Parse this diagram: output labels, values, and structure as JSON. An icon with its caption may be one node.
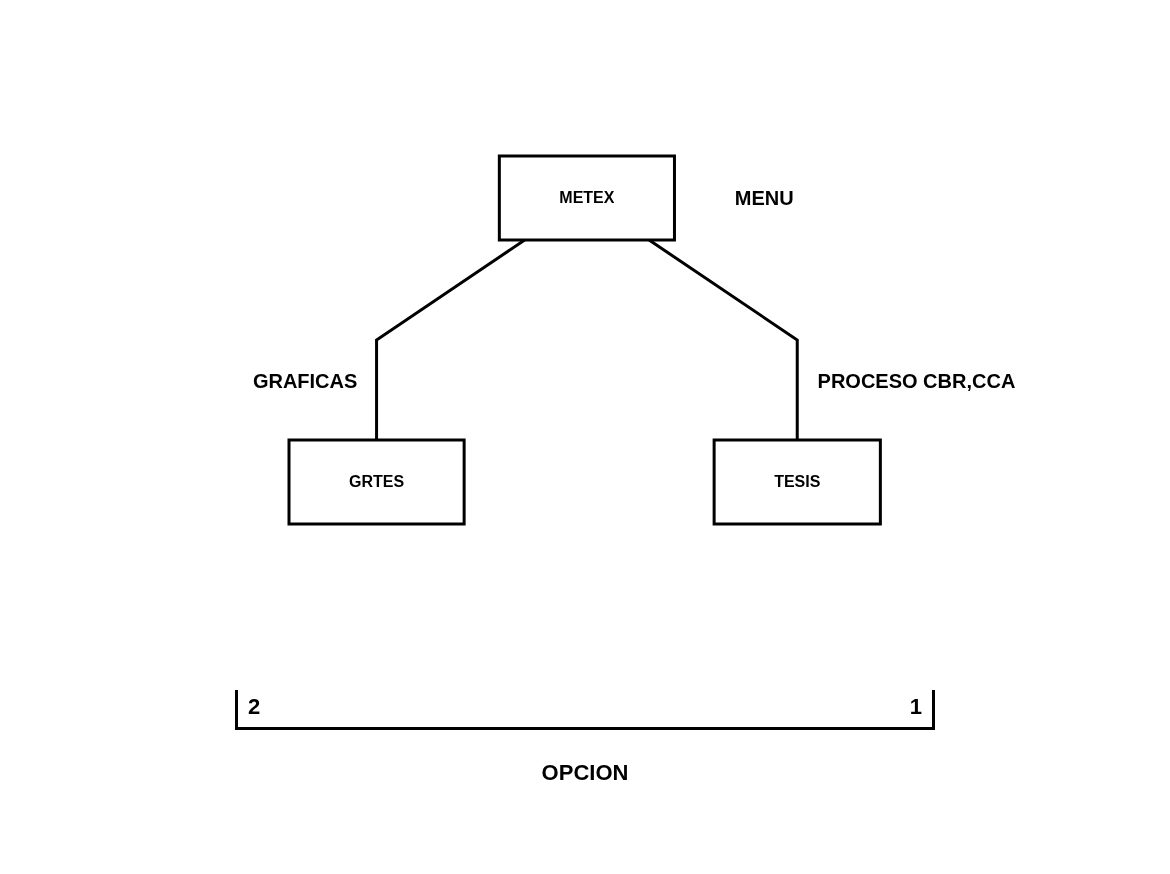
{
  "diagram": {
    "nodes": [
      {
        "text": [
          "METEX"
        ],
        "beside": [
          "MENU"
        ]
      },
      {
        "text": [
          "GRTES"
        ],
        "beside": [
          "GRAFICAS"
        ]
      },
      {
        "text": [
          "TESIS"
        ],
        "beside": [
          "PROCESO CBR,CCA"
        ]
      }
    ],
    "edges": [
      {
        "from": 0,
        "to": 1,
        "arrow": "none"
      },
      {
        "from": 0,
        "to": 2,
        "arrow": "none"
      }
    ],
    "labels": [
      "2",
      "1",
      "OPCION"
    ]
  }
}
